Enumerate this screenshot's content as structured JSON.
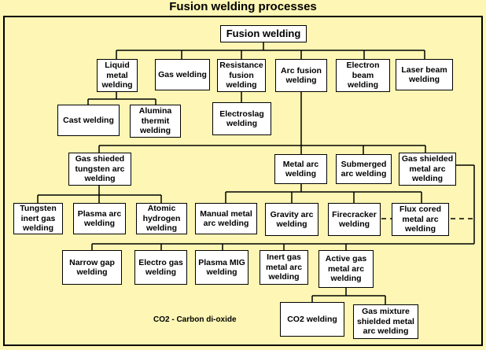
{
  "title": "Fusion welding processes",
  "note": "CO2 - Carbon di-oxide",
  "nodes": {
    "root": "Fusion welding",
    "liquid_metal": "Liquid\nmetal\nwelding",
    "gas": "Gas welding",
    "resistance": "Resistance\nfusion\nwelding",
    "arc": "Arc fusion\nwelding",
    "electron": "Electron\nbeam\nwelding",
    "laser": "Laser beam\nwelding",
    "cast": "Cast welding",
    "alumina": "Alumina\nthermit\nwelding",
    "electroslag": "Electroslag\nwelding",
    "gas_tungsten": "Gas shieded\ntungsten arc\nwelding",
    "metal_arc": "Metal arc\nwelding",
    "submerged": "Submerged\narc welding",
    "gas_metal": "Gas shielded\nmetal arc\nwelding",
    "tig": "Tungsten\ninert gas\nwelding",
    "plasma_arc": "Plasma arc\nwelding",
    "atomic": "Atomic\nhydrogen\nwelding",
    "manual": "Manual metal\narc welding",
    "gravity": "Gravity arc\nwelding",
    "firecracker": "Firecracker\nwelding",
    "flux": "Flux cored\nmetal arc\nwelding",
    "narrow": "Narrow gap\nwelding",
    "electro_gas": "Electro gas\nwelding",
    "plasma_mig": "Plasma MIG\nwelding",
    "inert_gas": "Inert gas\nmetal arc\nwelding",
    "active_gas": "Active gas\nmetal arc\nwelding",
    "co2": "CO2 welding",
    "gas_mixture": "Gas mixture\nshielded metal\narc welding"
  }
}
